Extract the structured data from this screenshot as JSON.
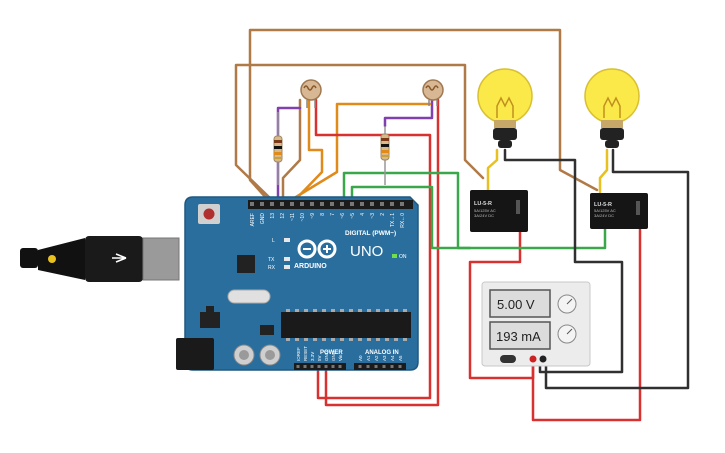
{
  "arduino": {
    "brand": "ARDUINO",
    "model": "UNO",
    "digital_label": "DIGITAL (PWM~)",
    "power_label": "POWER",
    "analog_label": "ANALOG IN",
    "on_label": "ON",
    "led_labels": [
      "L",
      "TX",
      "RX"
    ],
    "top_pins": [
      "AREF",
      "GND",
      "13",
      "12",
      "~11",
      "~10",
      "~9",
      "8",
      "7",
      "~6",
      "~5",
      "4",
      "~3",
      "2",
      "TX→1",
      "RX←0"
    ],
    "power_pins": [
      "IOREF",
      "RESET",
      "3.3V",
      "5V",
      "GND",
      "GND",
      "Vin"
    ],
    "analog_pins": [
      "A0",
      "A1",
      "A2",
      "A3",
      "A4",
      "A5"
    ]
  },
  "relays": [
    {
      "name": "LU-5-R",
      "line1": "5A/125V AC",
      "line2": "3A/24V DC"
    },
    {
      "name": "LU-5-R",
      "line1": "5A/125V AC",
      "line2": "3A/24V DC"
    }
  ],
  "power_supply": {
    "voltage": "5.00 V",
    "current": "193 mA"
  },
  "colors": {
    "board": "#2a6e9e",
    "wire_brown": "#b07a48",
    "wire_red": "#d93030",
    "wire_green": "#3aa84a",
    "wire_purple": "#8040b0",
    "wire_orange": "#e08a1a",
    "wire_black": "#303030",
    "wire_yellow": "#e8c020",
    "bulb": "#fbe94a"
  }
}
